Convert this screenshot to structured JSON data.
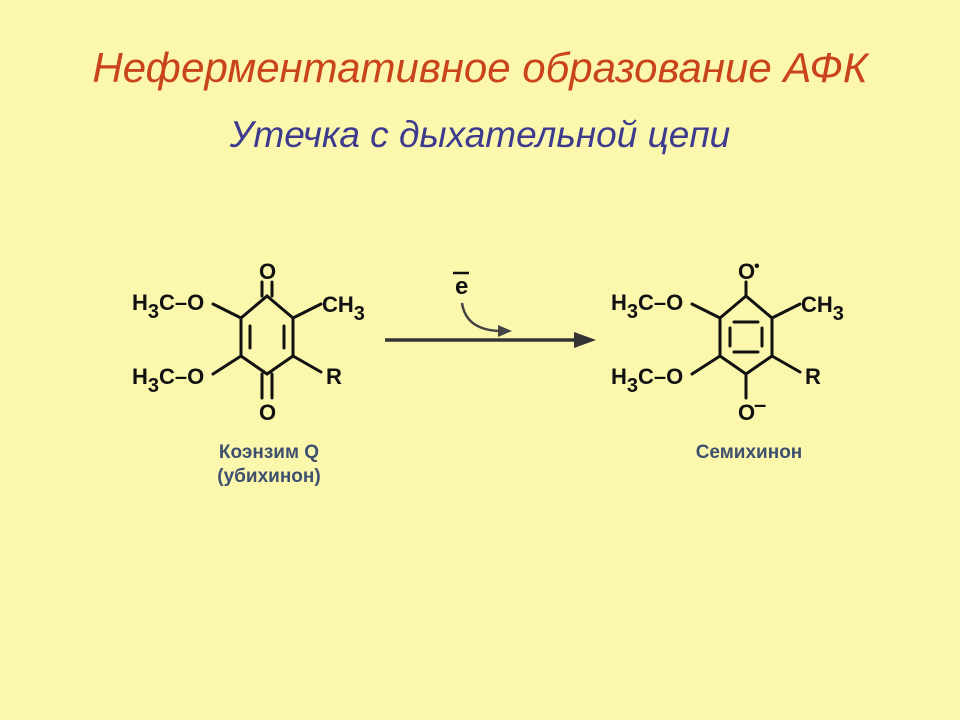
{
  "slide": {
    "title": "Неферментативное образование АФК",
    "subtitle": "Утечка с дыхательной цепи"
  },
  "reaction": {
    "arrow_label": "e",
    "reactant": {
      "caption_line1": "Коэнзим Q",
      "caption_line2": "(убихинон)",
      "atoms": {
        "top_o": "O",
        "bottom_o": "O",
        "upper_left_prefix": "H",
        "upper_left_sub": "3",
        "upper_left_suffix": "C–O",
        "lower_left_prefix": "H",
        "lower_left_sub": "3",
        "lower_left_suffix": "C–O",
        "upper_right": "CH",
        "upper_right_sub": "3",
        "lower_right": "R"
      }
    },
    "product": {
      "caption": "Семихинон",
      "atoms": {
        "top_o": "O",
        "radical_dot": "•",
        "bottom_o": "O",
        "charge": "–",
        "upper_left_prefix": "H",
        "upper_left_sub": "3",
        "upper_left_suffix": "C–O",
        "lower_left_prefix": "H",
        "lower_left_sub": "3",
        "lower_left_suffix": "C–O",
        "upper_right": "CH",
        "upper_right_sub": "3",
        "lower_right": "R"
      }
    }
  },
  "colors": {
    "background": "#fbf8ad",
    "title": "#c9431b",
    "subtitle": "#3e3a8e",
    "caption": "#3f4f6e",
    "bonds": "#111111"
  }
}
